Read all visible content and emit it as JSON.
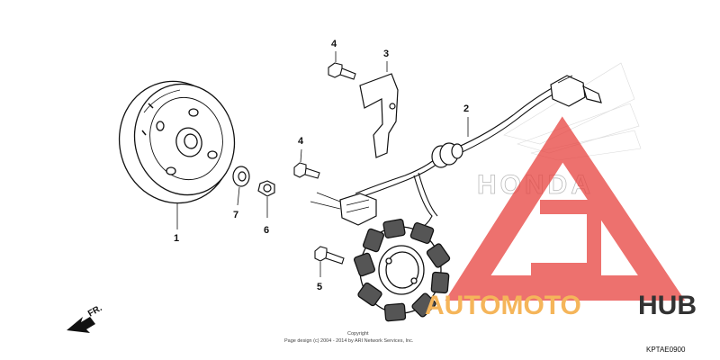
{
  "callouts": {
    "p1": "1",
    "p2": "2",
    "p3": "3",
    "p4a": "4",
    "p4b": "4",
    "p5": "5",
    "p6": "6",
    "p7": "7"
  },
  "direction_label": "FR.",
  "copyright": {
    "line1": "Copyright",
    "line2": "Page design (c) 2004 - 2014 by ARI Network Services, Inc."
  },
  "diagram_code": "KPTAE0900",
  "background_brand": "HONDA",
  "watermark": {
    "part1": "AUTOMOTO",
    "part2": "HUB",
    "color1": "#f5b55a",
    "color2": "#333333",
    "triangle_color": "#e8423e"
  }
}
